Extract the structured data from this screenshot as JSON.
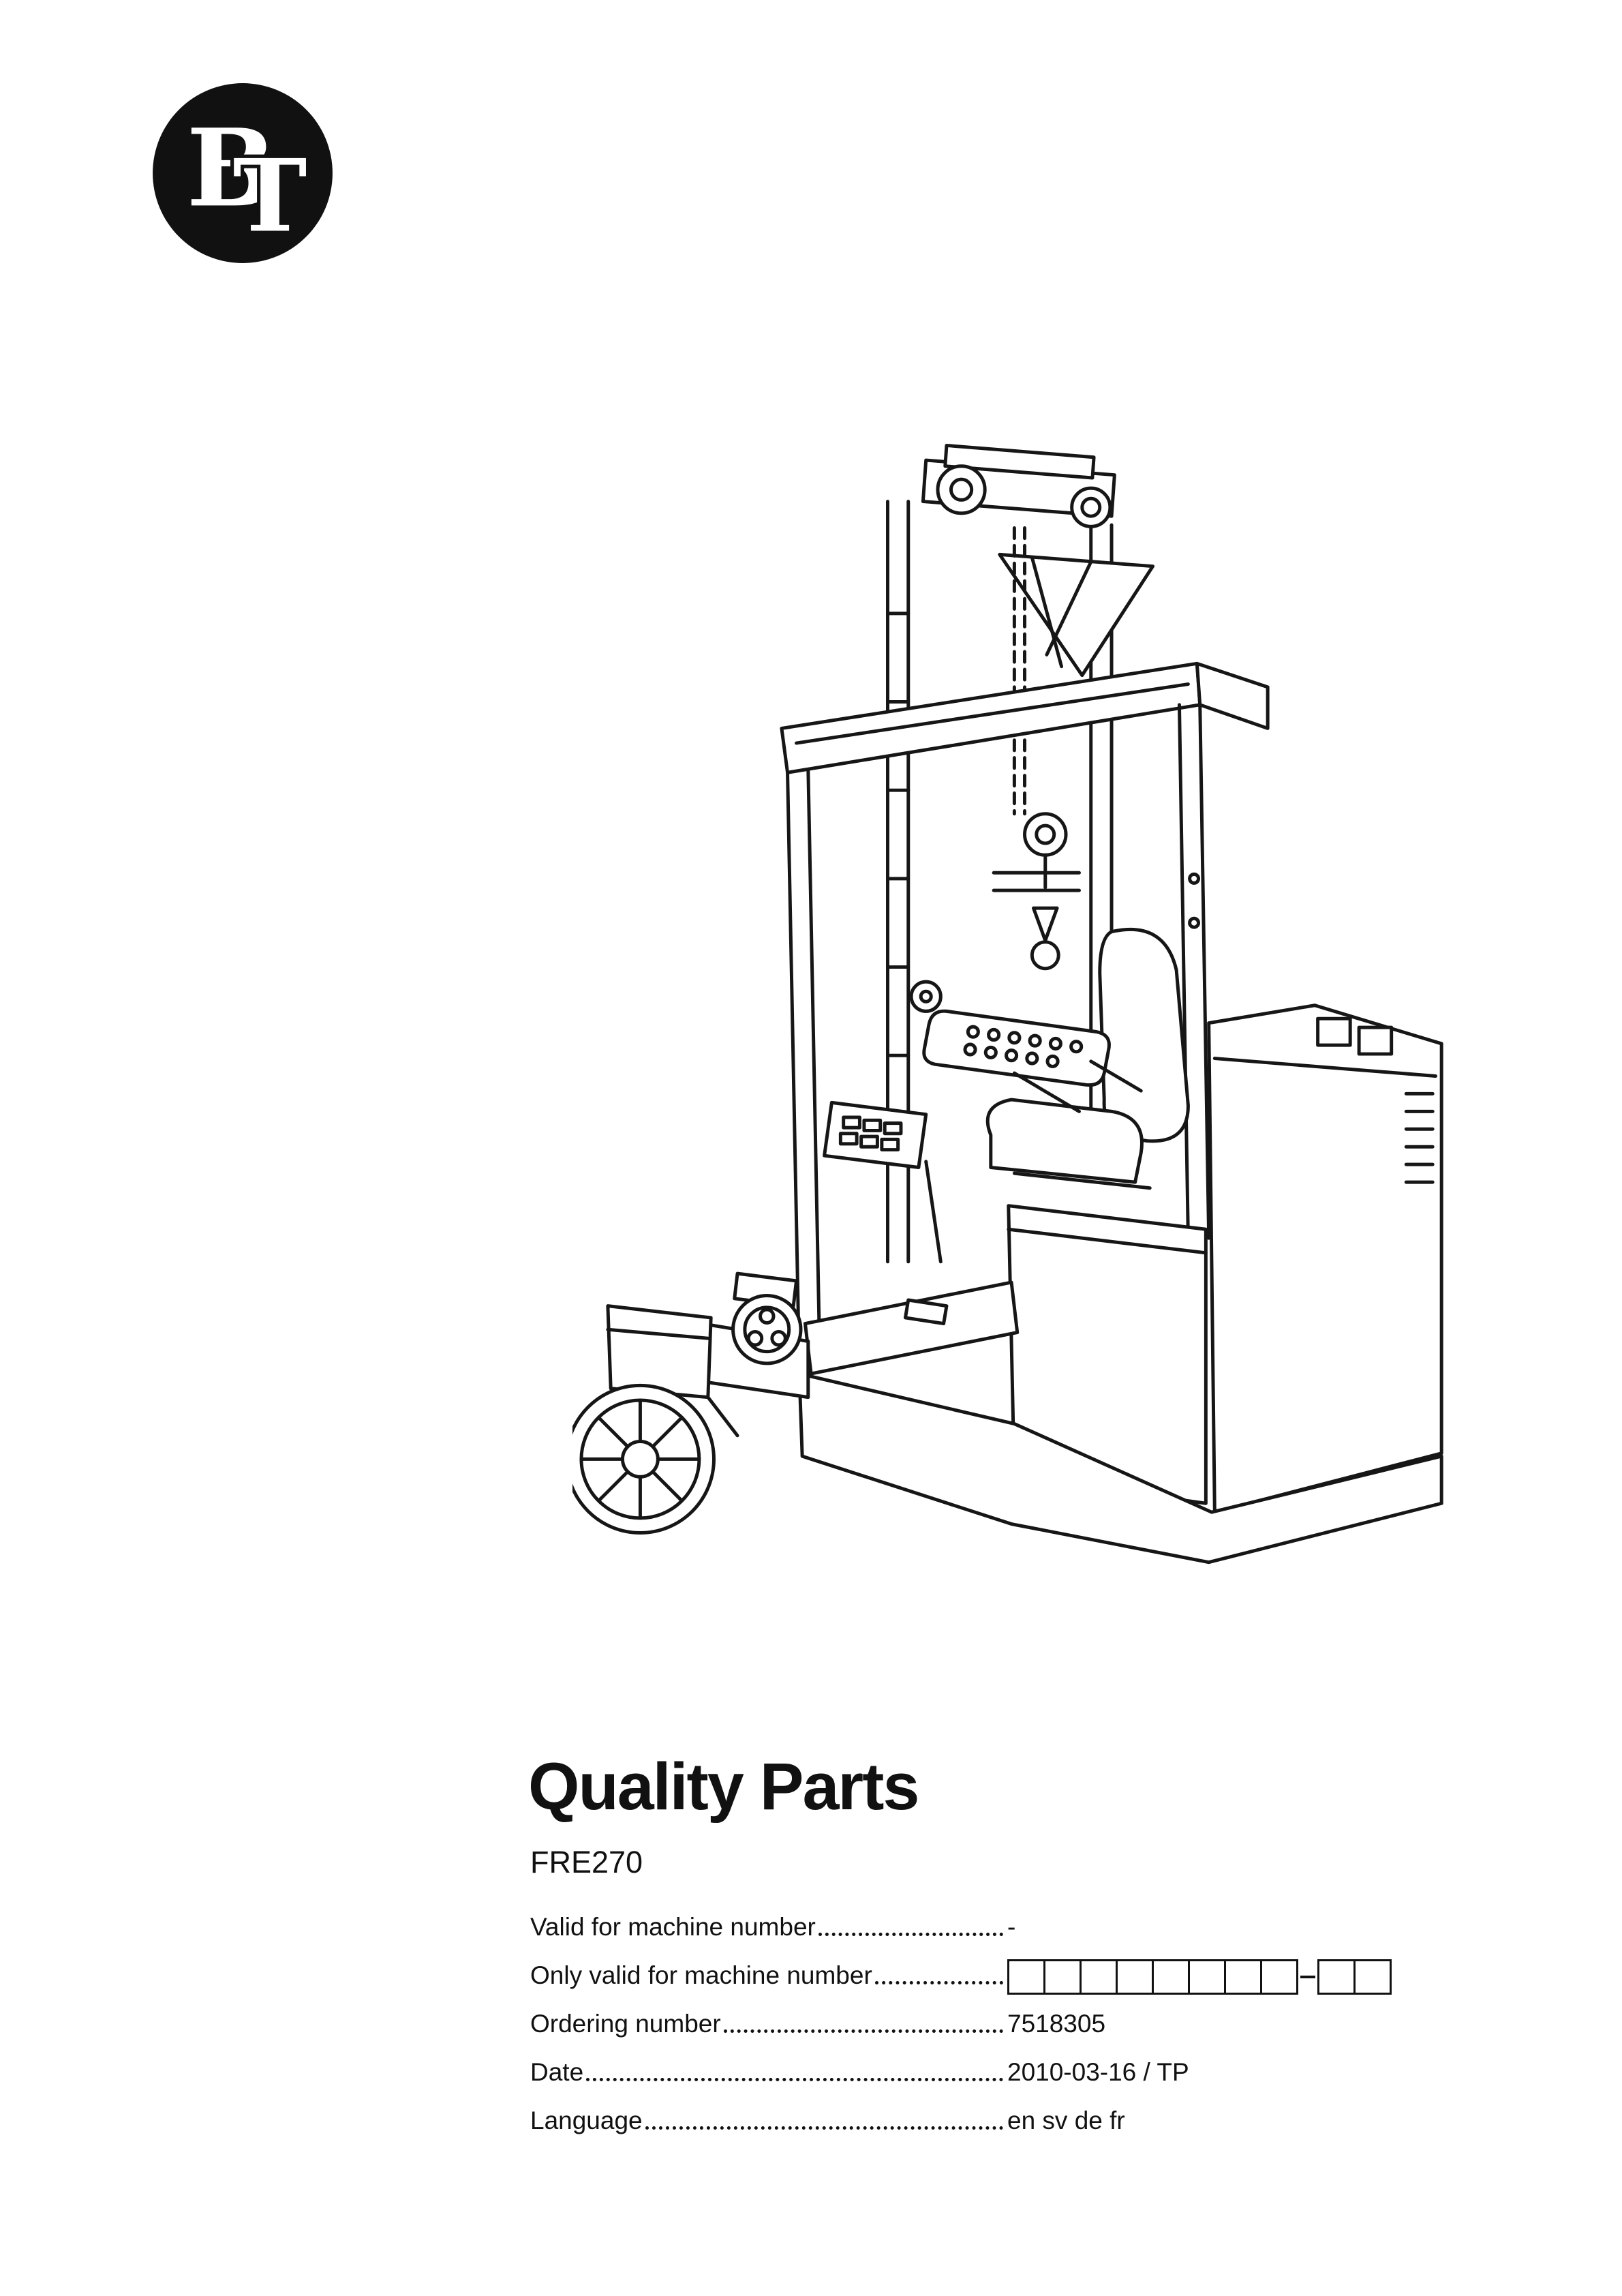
{
  "logo": {
    "brand": "BT",
    "letter_b": "B",
    "letter_t": "T",
    "bg_color": "#111111",
    "fg_color": "#ffffff"
  },
  "illustration": {
    "name": "BT FRE270 reach truck line drawing"
  },
  "title": "Quality Parts",
  "model": "FRE270",
  "fields": [
    {
      "label": "Valid for machine number",
      "value": "-"
    },
    {
      "label": "Only valid for machine number",
      "value": ""
    },
    {
      "label": "Ordering number",
      "value": "7518305"
    },
    {
      "label": "Date",
      "value": "2010-03-16 / TP"
    },
    {
      "label": "Language",
      "value": "en sv de fr"
    }
  ],
  "serial_boxes": {
    "group1_cells": 8,
    "group2_cells": 2
  },
  "colors": {
    "ink": "#111111",
    "paper": "#ffffff"
  }
}
